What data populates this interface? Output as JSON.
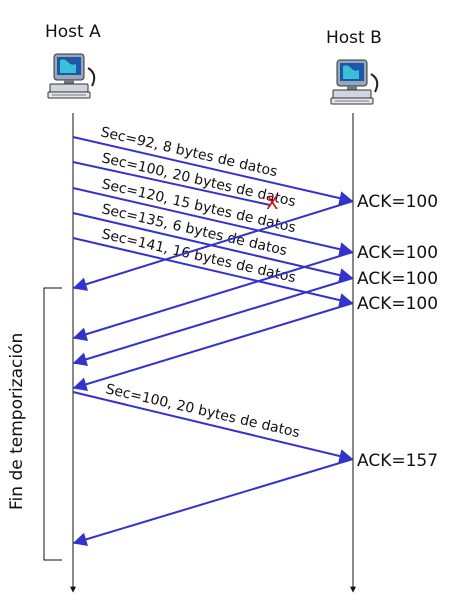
{
  "hosts": {
    "a": {
      "label": "Host A"
    },
    "b": {
      "label": "Host B"
    }
  },
  "timeout": {
    "label": "Fin de temporización"
  },
  "segments": [
    {
      "label": "Sec=92, 8 bytes de datos"
    },
    {
      "label": "Sec=100, 20 bytes de datos"
    },
    {
      "label": "Sec=120, 15 bytes de datos"
    },
    {
      "label": "Sec=135, 6 bytes de datos"
    },
    {
      "label": "Sec=141, 16 bytes de datos"
    },
    {
      "label": "Sec=100, 20 bytes de datos"
    }
  ],
  "acks": [
    {
      "label": "ACK=100"
    },
    {
      "label": "ACK=100"
    },
    {
      "label": "ACK=100"
    },
    {
      "label": "ACK=100"
    },
    {
      "label": "ACK=157"
    }
  ],
  "lost_marker": "X",
  "colors": {
    "arrow": "#3333cc",
    "lost": "#dd0000",
    "timeline": "#111111"
  },
  "icons": {
    "host": "computer-icon"
  }
}
